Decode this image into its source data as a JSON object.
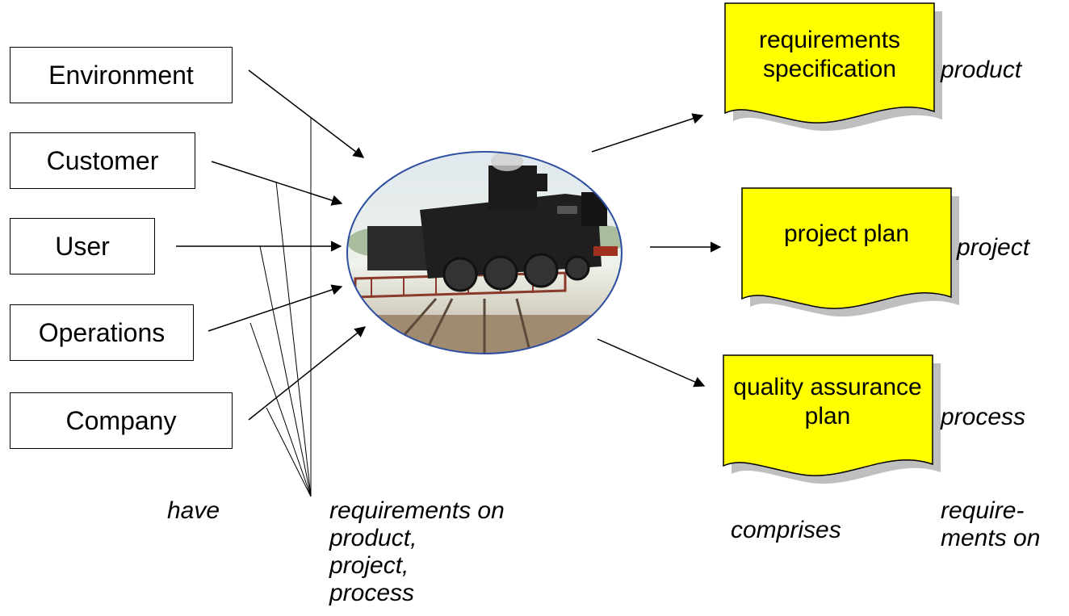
{
  "stakeholders": [
    {
      "label": "Environment"
    },
    {
      "label": "Customer"
    },
    {
      "label": "User"
    },
    {
      "label": "Operations"
    },
    {
      "label": "Company"
    }
  ],
  "image": {
    "subject": "steam locomotive on turntable",
    "icon": "locomotive-photo"
  },
  "documents": [
    {
      "label": "requirements specification",
      "aspect": "product"
    },
    {
      "label": "project plan",
      "aspect": "project"
    },
    {
      "label": "quality assurance plan",
      "aspect": "process"
    }
  ],
  "captions": {
    "have": "have",
    "requirements_on_lines": [
      "requirements on",
      "product,",
      "project,",
      "process"
    ],
    "comprises": "comprises",
    "requirements_on_right_lines": [
      "require-",
      "ments on"
    ]
  },
  "colors": {
    "document_fill": "#ffff00",
    "shadow": "#bfbfbf",
    "ellipse_stroke": "#2e4fa0"
  }
}
